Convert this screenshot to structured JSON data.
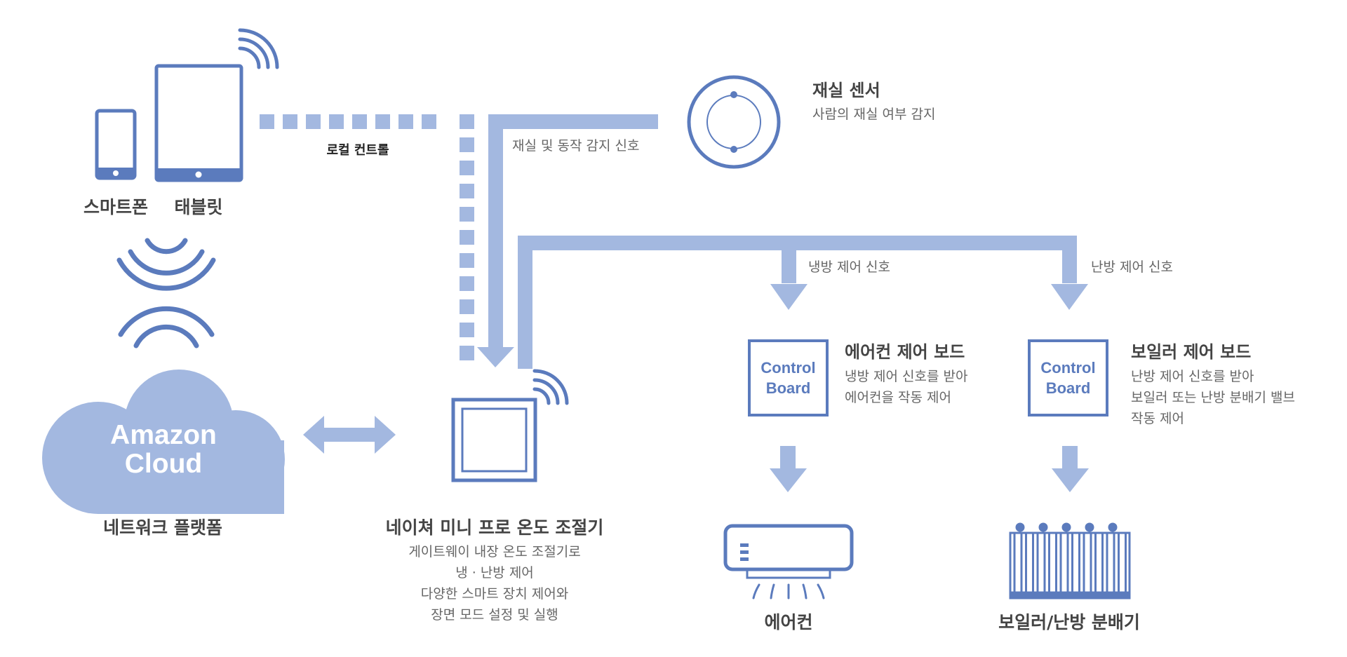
{
  "devices": {
    "smartphone_label": "스마트폰",
    "tablet_label": "태블릿"
  },
  "local_control_label": "로컬 컨트롤",
  "cloud": {
    "line1": "Amazon",
    "line2": "Cloud",
    "label": "네트워크 플랫폼"
  },
  "sensor": {
    "title": "재실 센서",
    "description": "사람의 재실 여부 감지",
    "signal_label": "재실 및 동작 감지 신호"
  },
  "thermostat": {
    "title": "네이쳐 미니 프로 온도 조절기",
    "lines": [
      "게이트웨이 내장 온도 조절기로",
      "냉 · 난방 제어",
      "다양한 스마트 장치 제어와",
      "장면 모드 설정 및 실행"
    ]
  },
  "cooling_signal": "냉방 제어 신호",
  "heating_signal": "난방 제어 신호",
  "ac_board": {
    "box_line1": "Control",
    "box_line2": "Board",
    "title": "에어컨 제어 보드",
    "lines": [
      "냉방 제어 신호를 받아",
      "에어컨을 작동 제어"
    ]
  },
  "boiler_board": {
    "box_line1": "Control",
    "box_line2": "Board",
    "title": "보일러 제어 보드",
    "lines": [
      "난방 제어 신호를 받아",
      "보일러 또는 난방 분배기 밸브",
      "작동 제어"
    ]
  },
  "ac_label": "에어컨",
  "boiler_label": "보일러/난방 분배기",
  "colors": {
    "dark_blue": "#5b7bbd",
    "light_blue": "#a3b8e0"
  }
}
